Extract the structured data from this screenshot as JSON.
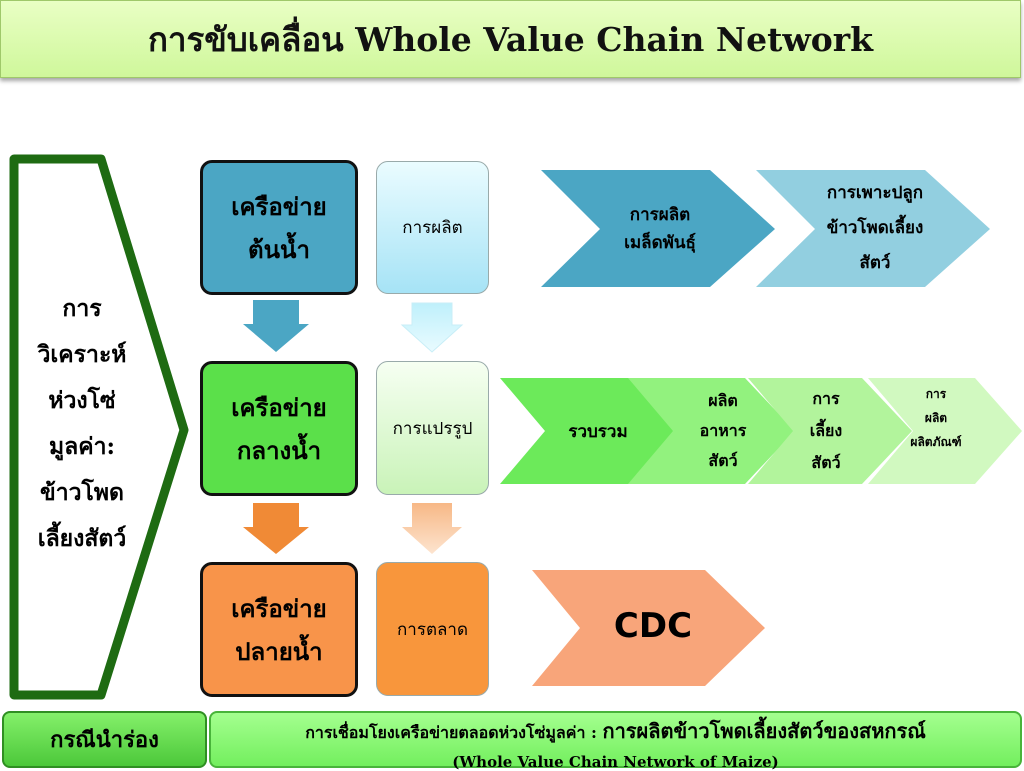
{
  "title": "การขับเคลื่อน Whole Value Chain Network",
  "side_label": "การ\nวิเคราะห์\nห่วงโซ่\nมูลค่า:\nข้าวโพด\nเลี้ยงสัตว์",
  "networks": {
    "upstream": "เครือข่าย\nต้นน้ำ",
    "midstream": "เครือข่าย\nกลางน้ำ",
    "downstream": "เครือข่าย\nปลายน้ำ"
  },
  "processes": {
    "production": "การผลิต",
    "processing": "การแปรรูป",
    "marketing": "การตลาด"
  },
  "chain_upstream": [
    "การผลิต\nเมล็ดพันธุ์",
    "การเพาะปลูก\nข้าวโพดเลี้ยง\nสัตว์"
  ],
  "chain_midstream": [
    "รวบรวม",
    "ผลิต\nอาหาร\nสัตว์",
    "การ\nเลี้ยง\nสัตว์",
    "การ\nผลิต\nผลิตภัณฑ์"
  ],
  "chain_downstream": "CDC",
  "bottom": {
    "case_label": "กรณีนำร่อง",
    "line1_small": "การเชื่อมโยงเครือข่ายตลอดห่วงโซ่มูลค่า : ",
    "line1_big": "การผลิตข้าวโพดเลี้ยงสัตว์ของสหกรณ์",
    "line2": "(Whole Value Chain Network of Maize)"
  },
  "colors": {
    "upstream": "#4ba6c4",
    "midstream": "#5be04a",
    "downstream": "#f8944a",
    "side_frame": "#1e6b12"
  }
}
